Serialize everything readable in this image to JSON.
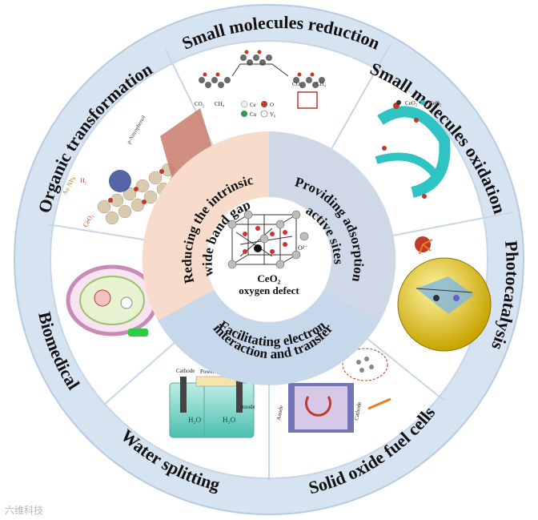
{
  "outer_ring": {
    "labels": [
      "Small molecules reduction",
      "Small molecules oxidation",
      "Photocatalysis",
      "Solid oxide fuel cells",
      "Water splitting",
      "Biomedical",
      "Organic transformation"
    ]
  },
  "inner_ring": {
    "labels": [
      "Reducing the intrinsic wide band gap",
      "Providing adsorption active sites",
      "Facilitating electron interaction and transfer"
    ],
    "lines": {
      "band_gap": [
        "Reducing the intrinsic",
        "wide band gap"
      ],
      "adsorption": [
        "Providing adsorption",
        "active sites"
      ],
      "electron": [
        "Facilitating electron",
        "interaction and transfer"
      ]
    }
  },
  "center": {
    "title": "CeO₂",
    "subtitle": "oxygen defect",
    "defect_label": "O²⁻"
  },
  "panels": {
    "reduction": {
      "labels": [
        "CO₂",
        "CH₄",
        "CO₂",
        "CH₄",
        "Ce",
        "O",
        "Cu",
        "V₀"
      ]
    },
    "oxidation": {
      "labels": [
        "CeO₂",
        "CeO₂"
      ]
    },
    "organic": {
      "labels": [
        "p-Nitrophenol",
        "H₂",
        "Au NPs",
        "CeO₂"
      ]
    },
    "water": {
      "labels": [
        "Cathode",
        "Power supply",
        "Anode",
        "H₂O",
        "H₂O"
      ]
    },
    "sofc": {
      "labels": [
        "Anode",
        "Cathode"
      ]
    }
  },
  "watermark": "六维科技",
  "colors": {
    "ring": "#d6e3f0",
    "ring_border": "#b7cbe0",
    "band_gap": "#f8dccb",
    "adsorption": "#cfd8e6",
    "electron": "#c7d8ea"
  }
}
